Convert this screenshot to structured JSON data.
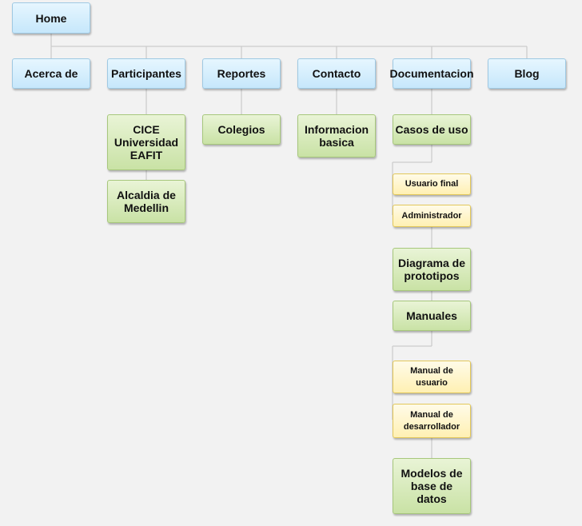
{
  "diagram": {
    "home": "Home",
    "sections": [
      {
        "label": "Acerca de",
        "children": []
      },
      {
        "label": "Participantes",
        "children": [
          "CICE\nUniversidad\nEAFIT",
          "Alcaldia de\nMedellin"
        ]
      },
      {
        "label": "Reportes",
        "children": [
          "Colegios"
        ]
      },
      {
        "label": "Contacto",
        "children": [
          "Informacion\nbasica"
        ]
      },
      {
        "label": "Documentacion",
        "children": [
          "Casos de uso",
          "Usuario final",
          "Administrador",
          "Diagrama de\nprototipos",
          "Manuales",
          "Manual de\nusuario",
          "Manual de\ndesarrollador",
          "Modelos de\nbase de\ndatos"
        ]
      },
      {
        "label": "Blog",
        "children": []
      }
    ]
  },
  "colors": {
    "section_node": "#c6e7fb",
    "page_node": "#c9e2a5",
    "subpage_node": "#fff0b3",
    "connector": "#cfcfcf",
    "background": "#f2f2f2"
  }
}
